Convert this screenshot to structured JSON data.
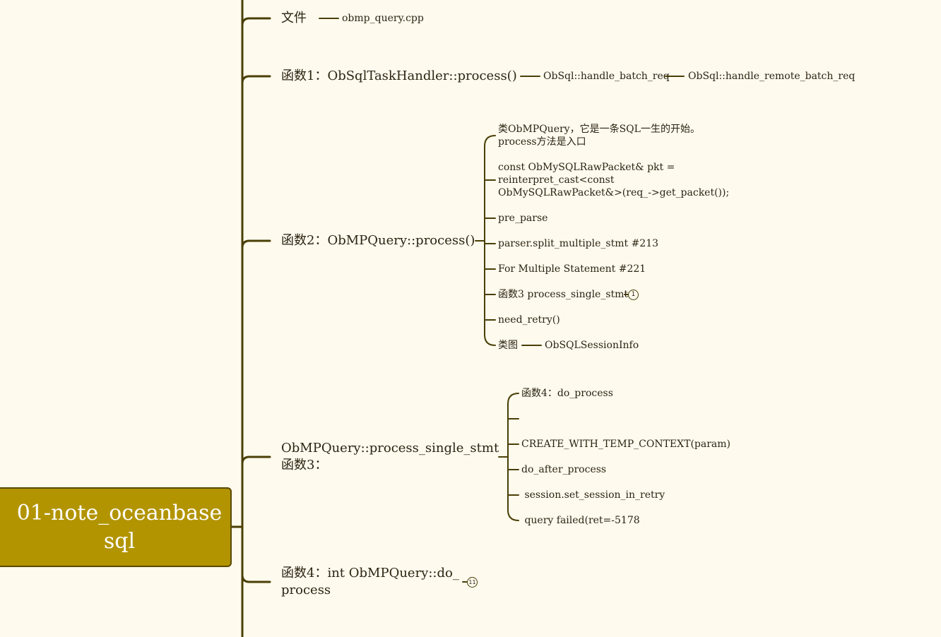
{
  "central_topic": "01-note_oceanbase\nsql",
  "colors": {
    "background": "#fefaee",
    "central_fill": "#b29400",
    "line": "#4a3f05"
  },
  "branches": {
    "file": {
      "label": "文件",
      "child": "obmp_query.cpp"
    },
    "func1": {
      "label": "函数1：ObSqlTaskHandler::process()",
      "child": "ObSql::handle_batch_req",
      "grandchild": "ObSql::handle_remote_batch_req"
    },
    "func2": {
      "label": "函数2：ObMPQuery::process()",
      "children": [
        "类ObMPQuery，它是一条SQL一生的开始。\nprocess方法是入口",
        "const ObMySQLRawPacket& pkt =\nreinterpret_cast<const\nObMySQLRawPacket&>(req_->get_packet());",
        "pre_parse",
        "parser.split_multiple_stmt #213",
        "For Multiple Statement #221",
        "函数3 process_single_stmt",
        "need_retry()",
        "类图"
      ],
      "process_single_stmt_badge": "1",
      "class_diagram_child": "ObSQLSessionInfo"
    },
    "func3": {
      "label": "ObMPQuery::process_single_stmt\n函数3：",
      "children": [
        "函数4：do_process",
        "",
        "CREATE_WITH_TEMP_CONTEXT(param)",
        "do_after_process",
        " session.set_session_in_retry",
        " query failed(ret=-5178"
      ]
    },
    "func4": {
      "label": "函数4：int ObMPQuery::do_\nprocess",
      "badge": "11"
    }
  }
}
